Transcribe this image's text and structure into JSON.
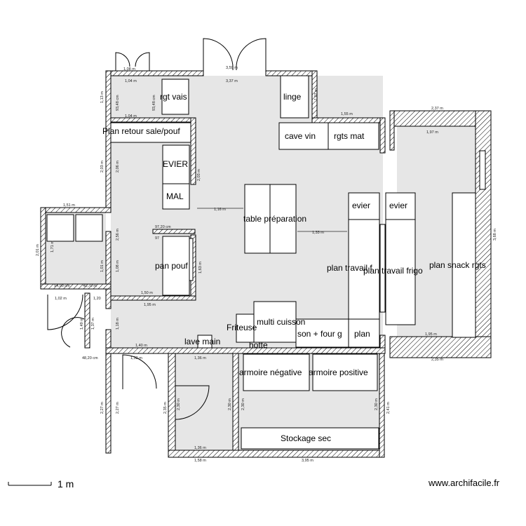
{
  "rooms": [
    "rgt vais",
    "linge",
    "Plan retour sale/pouf",
    "EVIER",
    "MAL",
    "pan pouf",
    "cave vin",
    "rgts mat",
    "table préparation",
    "evier",
    "evier",
    "plan travail f",
    "plan travail frigo",
    "plan snack rgts",
    "multi cuisson",
    "Friteuse",
    "son + four g",
    "plan",
    "lave main",
    "hotte",
    "armoire négative",
    "armoire positive",
    "Stockage sec"
  ],
  "dimensions": [
    "1,08 m",
    "1,04 m",
    "1,04 m",
    "3,59 m",
    "3,37 m",
    "1,07 m",
    "1,13 m",
    "93,48 cm",
    "93,48 cm",
    "1,55 m",
    "2,37 m",
    "1,97 m",
    "2,03 m",
    "2,06 m",
    "2,03 m",
    "1,16 m",
    "97,20 cm",
    "97",
    "1,51 m",
    "2,01 m",
    "1,71 m",
    "2,56 m",
    "1,33 m",
    "3,68 m",
    "1,01 m",
    "1,08 m",
    "1,63 m",
    "94,90 cm",
    "40,70 m",
    "1,50 m",
    "1,95 m",
    "1,02 m",
    "1,20",
    "1,37 m",
    "1,49 m",
    "1,40 m",
    "1,18 m",
    "1,32 m",
    "1,36 m",
    "1,95 m",
    "2,35 m",
    "48,20 cm",
    "2,27 m",
    "2,27 m",
    "2,35 m",
    "2,30 m",
    "2,30 m",
    "2,30 m",
    "2,41 m",
    "2,30 m",
    "1,36 m",
    "1,58 m",
    "3,95 m"
  ],
  "scale_label": "1 m",
  "site_label": "www.archifacile.fr",
  "colors": {
    "floor": "#e6e6e6",
    "wall_hatch": "#000000",
    "furniture": "#ffffff"
  }
}
